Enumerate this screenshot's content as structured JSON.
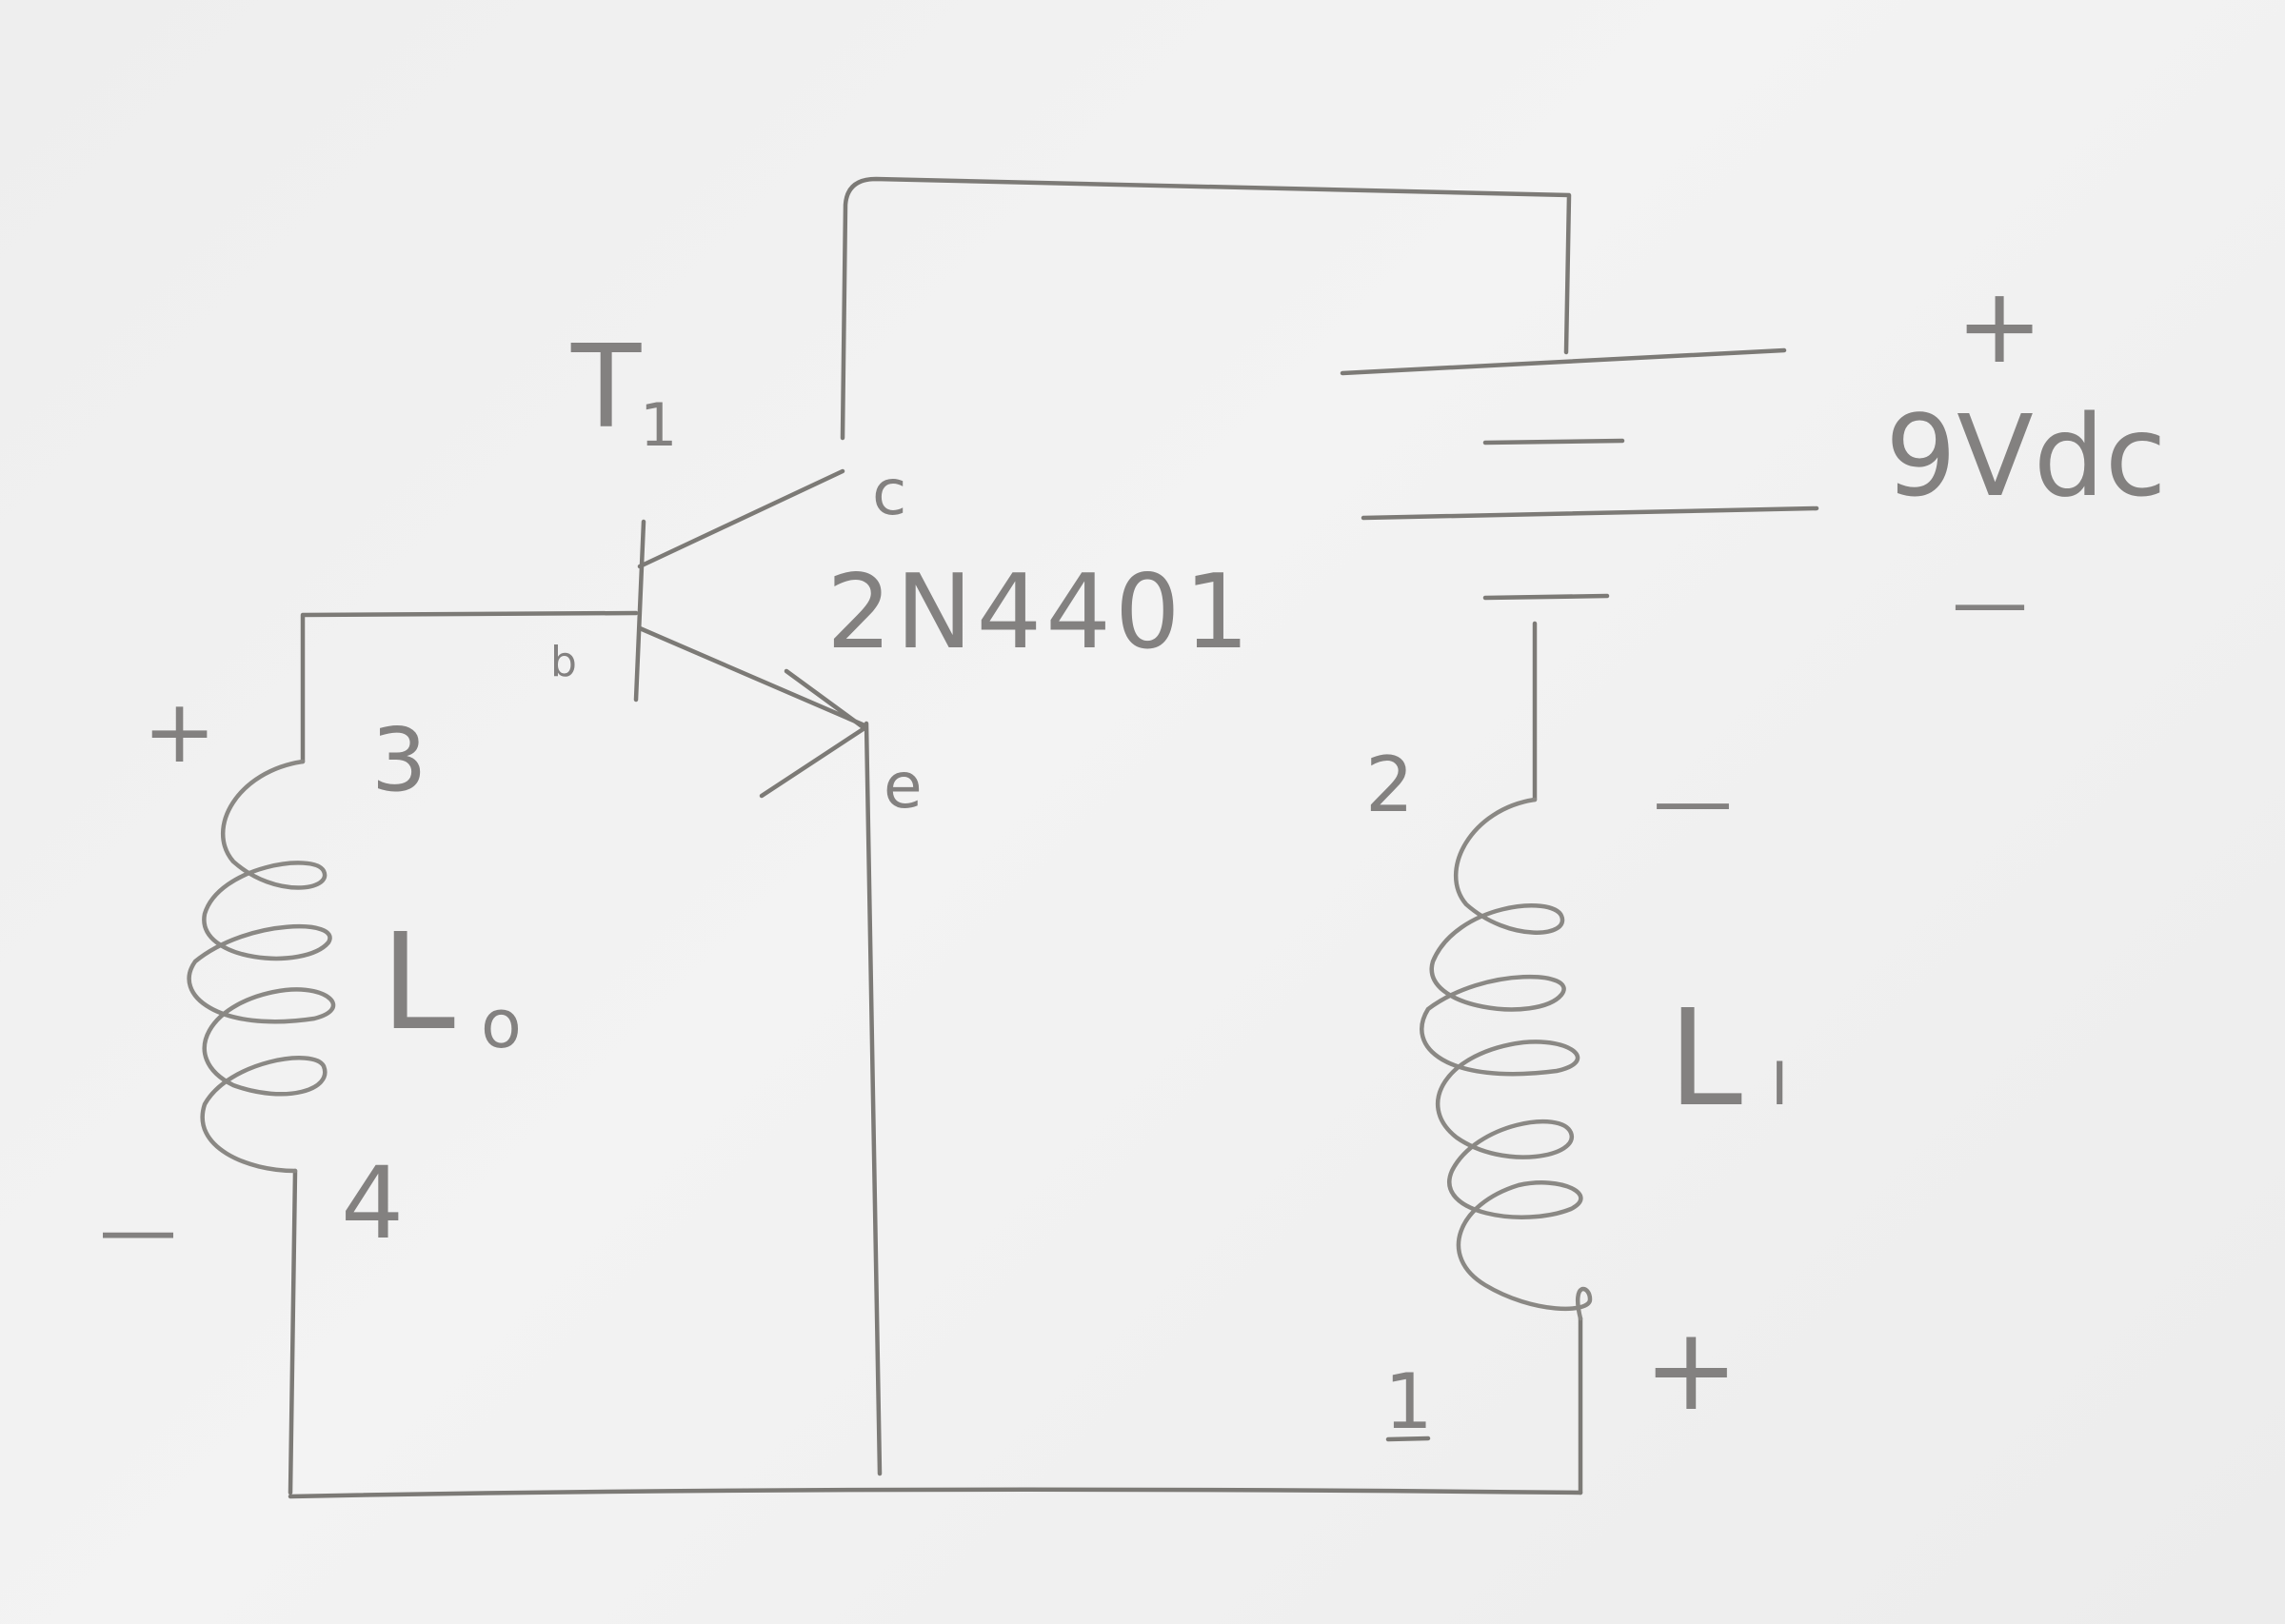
{
  "diagram": {
    "transistor": {
      "name_letter": "T",
      "name_sub": "1",
      "part_number": "2N4401",
      "collector_label": "c",
      "base_label": "b",
      "emitter_label": "e"
    },
    "battery": {
      "voltage_label": "9Vdc",
      "plus_label": "+",
      "minus_label": "—"
    },
    "output_inductor": {
      "name_letter": "L",
      "name_sub": "o",
      "pin_top": "3",
      "pin_bottom": "4",
      "plus_label": "+",
      "minus_label": "—"
    },
    "input_inductor": {
      "name_letter": "L",
      "name_sub": "I",
      "pin_top": "2",
      "pin_bottom": "1",
      "plus_label": "+",
      "minus_label": "—"
    }
  }
}
